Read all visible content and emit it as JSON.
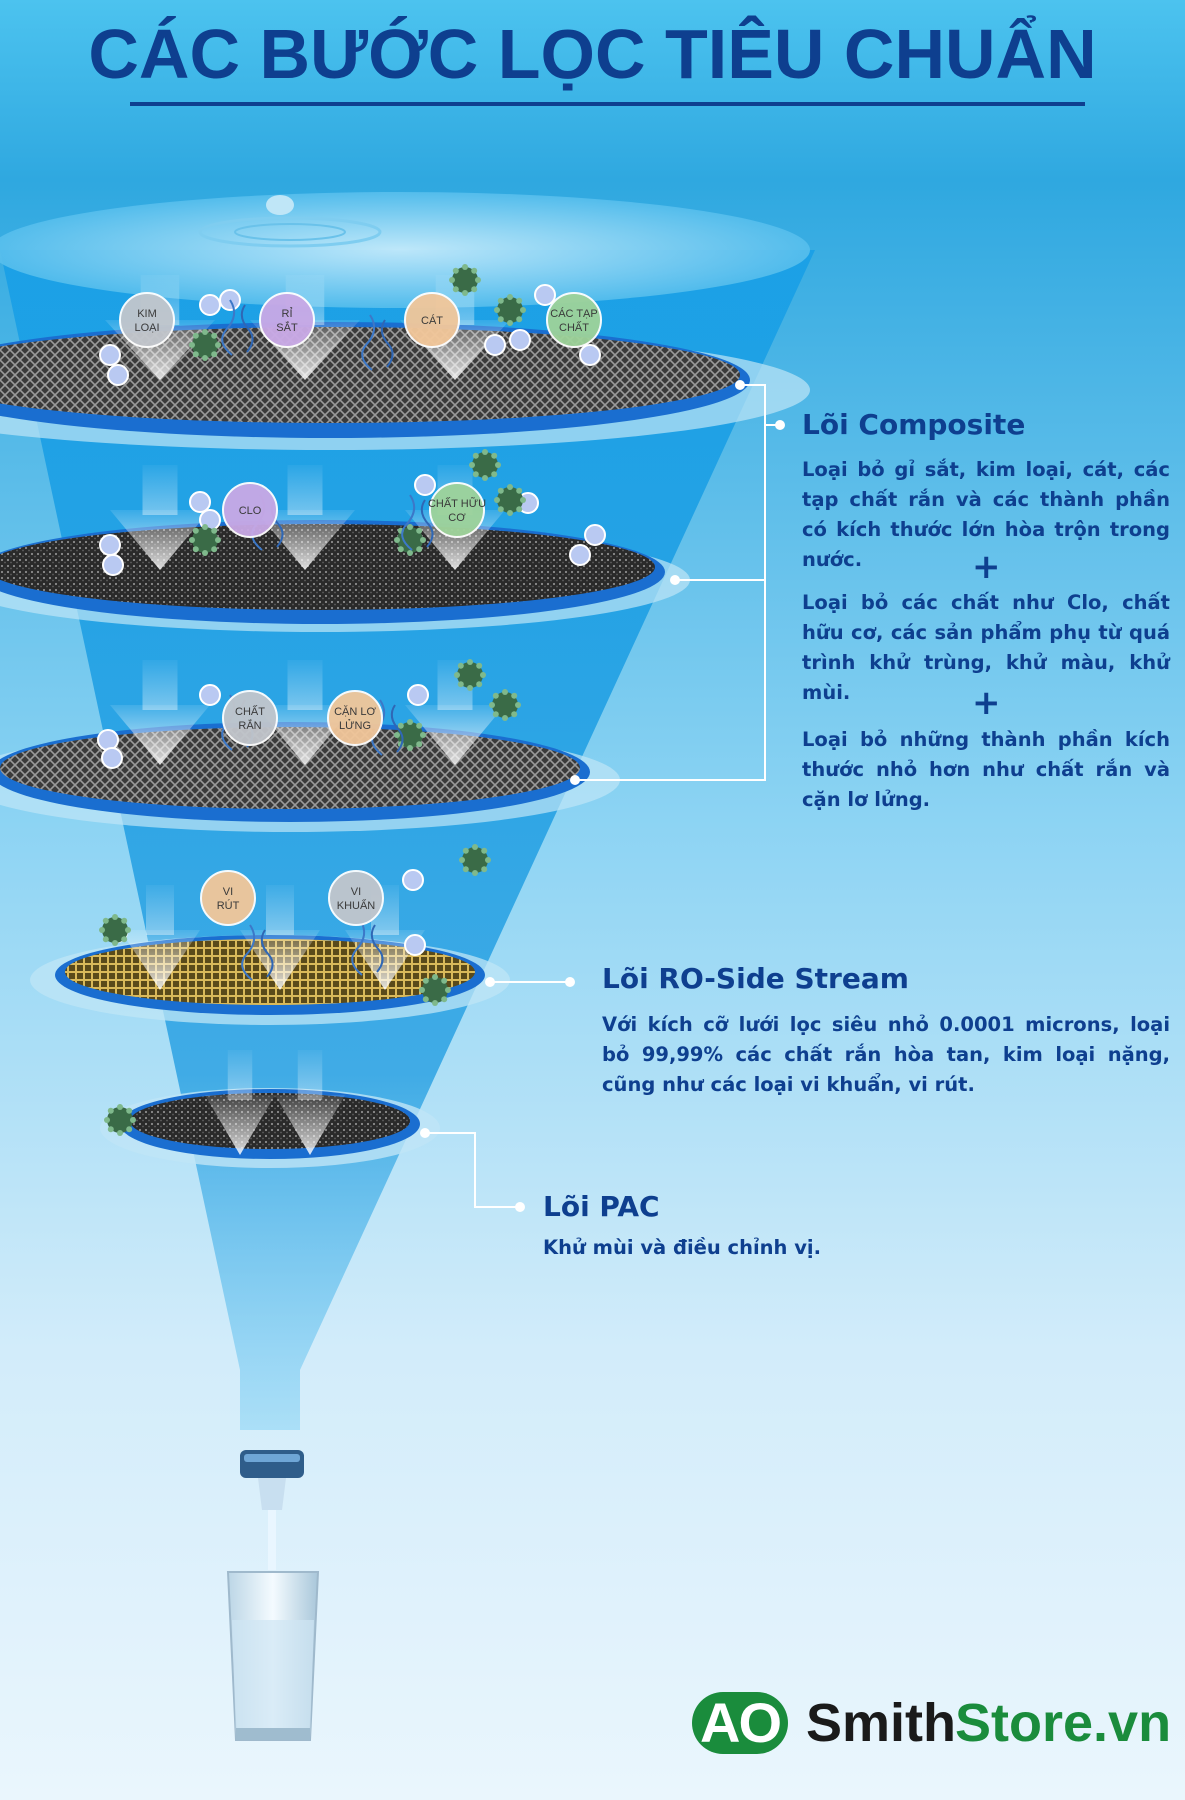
{
  "title": "CÁC BƯỚC LỌC TIÊU CHUẨN",
  "layers": [
    {
      "bubbles": [
        "KIM LOẠI",
        "RỈ SẮT",
        "CÁT",
        "CÁC TẠP CHẤT"
      ],
      "mesh": "gray"
    },
    {
      "bubbles": [
        "CLO",
        "CHẤT HỮU CƠ"
      ],
      "mesh": "dark"
    },
    {
      "bubbles": [
        "CHẤT RẮN",
        "CẶN LƠ LỬNG"
      ],
      "mesh": "gray"
    },
    {
      "bubbles": [
        "VI RÚT",
        "VI KHUẨN"
      ],
      "mesh": "gold"
    },
    {
      "bubbles": [],
      "mesh": "dark"
    }
  ],
  "sections": {
    "composite": {
      "title": "Lõi Composite",
      "p1": "Loại bỏ gỉ sắt, kim loại, cát, các tạp chất rắn và các thành phần có kích thước lớn hòa trộn trong nước.",
      "plus1": "+",
      "p2": "Loại bỏ các chất như Clo, chất hữu cơ, các sản phẩm phụ từ quá trình khử trùng, khử màu, khử mùi.",
      "plus2": "+",
      "p3": "Loại bỏ những thành phần kích thước nhỏ hơn như chất rắn và cặn lơ lửng."
    },
    "ro": {
      "title": "Lõi RO-Side Stream",
      "text": "Với kích cỡ lưới lọc siêu nhỏ 0.0001 microns, loại bỏ 99,99% các chất rắn hòa tan, kim loại nặng, cũng như các loại vi khuẩn, vi rút."
    },
    "pac": {
      "title": "Lõi PAC",
      "text": "Khử mùi và điều chỉnh vị."
    }
  },
  "logo": {
    "part1": "AO",
    "part2": "Smith",
    "part3": "Store.vn"
  },
  "colors": {
    "title": "#0e3f8f",
    "funnel": "#1e9fe0",
    "ring": "#1a6ed0",
    "logo_green": "#1a8c3c",
    "bubble_blue": "#b9bdea",
    "bubble_purple": "#c9a9e6",
    "bubble_peach": "#f2c79a",
    "bubble_green": "#9ed39a",
    "bubble_gray": "#c2c6cc"
  }
}
